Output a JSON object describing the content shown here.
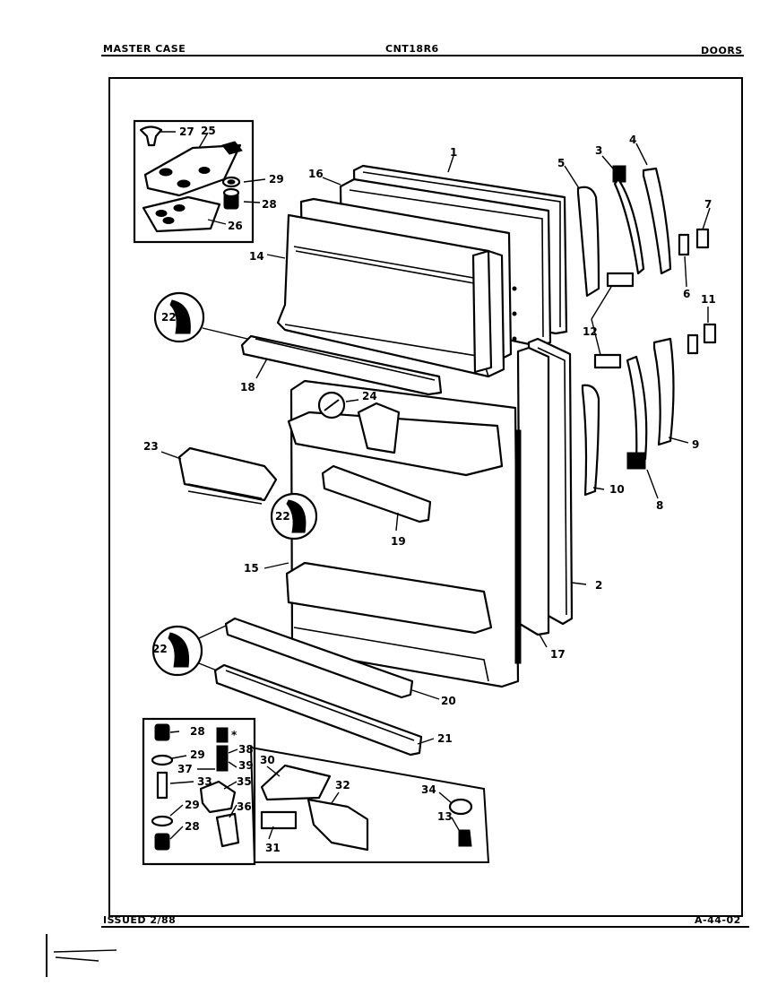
{
  "header": {
    "left": "MASTER CASE",
    "center": "CNT18R6",
    "right": "DOORS"
  },
  "footer": {
    "left": "ISSUED 2/88",
    "right": "A-44-02"
  },
  "callouts": {
    "c1": "1",
    "c2": "2",
    "c3": "3",
    "c4": "4",
    "c5": "5",
    "c6": "6",
    "c7": "7",
    "c8": "8",
    "c9": "9",
    "c10": "10",
    "c11": "11",
    "c12": "12",
    "c13": "13",
    "c14": "14",
    "c15": "15",
    "c16": "16",
    "c17": "17",
    "c18": "18",
    "c19": "19",
    "c20": "20",
    "c21": "21",
    "c22a": "22",
    "c22b": "22",
    "c22c": "22",
    "c23": "23",
    "c24": "24",
    "c25": "25",
    "c26": "26",
    "c27": "27",
    "c28a": "28",
    "c28b": "28",
    "c28c": "28",
    "c29a": "29",
    "c29b": "29",
    "c29c": "29",
    "c30": "30",
    "c31": "31",
    "c32": "32",
    "c33": "33",
    "c34": "34",
    "c35": "35",
    "c36": "36",
    "c37": "37",
    "c38": "38",
    "c39": "39",
    "asterisk": "*"
  }
}
